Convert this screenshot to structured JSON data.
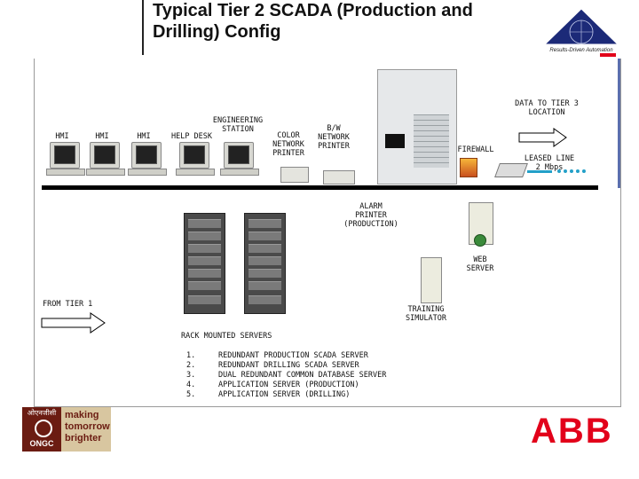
{
  "header": {
    "title_line1": "Typical Tier 2 SCADA (Production and",
    "title_line2": "Drilling) Config",
    "tagline": "Results-Driven Automation"
  },
  "labels": {
    "hmi1": "HMI",
    "hmi2": "HMI",
    "hmi3": "HMI",
    "help_desk": "HELP DESK",
    "eng_station": "ENGINEERING\nSTATION",
    "color_printer": "COLOR\nNETWORK\nPRINTER",
    "bw_printer": "B/W\nNETWORK\nPRINTER",
    "data_tier3": "DATA TO TIER 3\nLOCATION",
    "firewall": "FIREWALL",
    "leased_line": "LEASED LINE\n2 Mbps",
    "alarm_printer": "ALARM\nPRINTER\n(PRODUCTION)",
    "web_server": "WEB\nSERVER",
    "from_tier1": "FROM TIER 1",
    "training_sim": "TRAINING\nSIMULATOR",
    "rack_servers": "RACK MOUNTED SERVERS"
  },
  "server_list": [
    {
      "num": "1.",
      "text": "REDUNDANT PRODUCTION SCADA SERVER"
    },
    {
      "num": "2.",
      "text": "REDUNDANT DRILLING SCADA SERVER"
    },
    {
      "num": "3.",
      "text": "DUAL REDUNDANT COMMON DATABASE SERVER"
    },
    {
      "num": "4.",
      "text": "APPLICATION SERVER (PRODUCTION)"
    },
    {
      "num": "5.",
      "text": "APPLICATION SERVER (DRILLING)"
    }
  ],
  "footer": {
    "ongc_hindi": "ओएनजीसी",
    "ongc_name": "ONGC",
    "slogan1": "making",
    "slogan2": "tomorrow",
    "slogan3": "brighter",
    "abb": "ABB"
  },
  "colors": {
    "abb_red": "#e2001a",
    "ongc_brown": "#6b1c12",
    "accent_blue": "#5b6fae"
  }
}
